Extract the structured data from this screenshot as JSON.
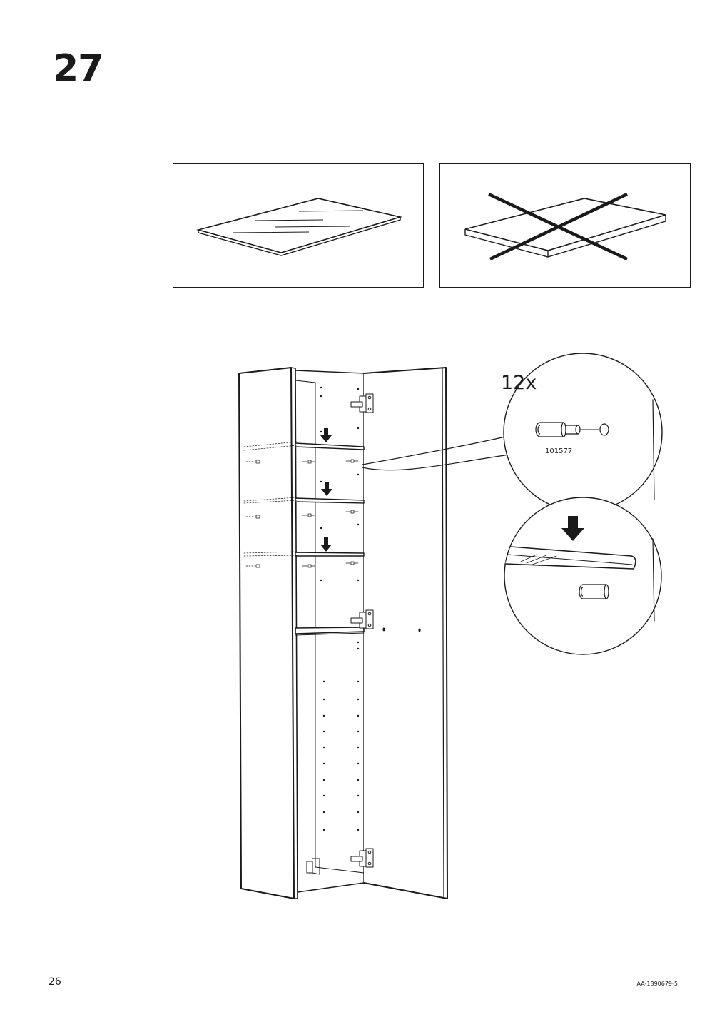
{
  "step": {
    "number": "27"
  },
  "detail": {
    "quantity": "12x",
    "part_number": "101577"
  },
  "icons": {
    "correct_shelf": "glass-shelf-icon",
    "wrong_shelf": "crossed-out-shelf-icon",
    "shelf_pin": "shelf-pin-icon",
    "arrow": "down-arrow-icon",
    "hinge": "hinge-icon"
  },
  "footer": {
    "page_number": "26",
    "document_code": "AA-1890679-5"
  }
}
